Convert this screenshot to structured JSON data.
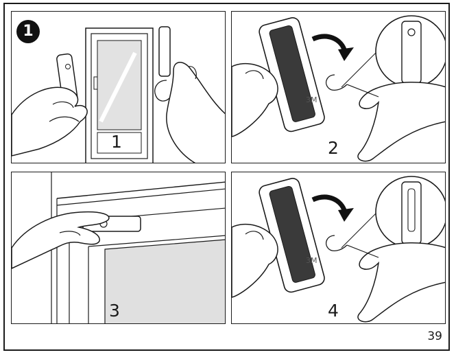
{
  "badge": {
    "label": "1"
  },
  "panels": [
    {
      "step": "1",
      "sticker": ""
    },
    {
      "step": "2",
      "sticker": "3M"
    },
    {
      "step": "3",
      "sticker": ""
    },
    {
      "step": "4",
      "sticker": "3M"
    }
  ],
  "footer": {
    "page_number": "39"
  },
  "colors": {
    "ink": "#1a1a1a",
    "sensor_face": "#3a3a3a",
    "glass": "#d9d9d9",
    "paper": "#ffffff"
  }
}
